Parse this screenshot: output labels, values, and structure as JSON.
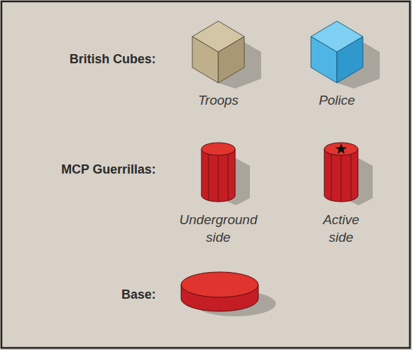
{
  "diagram": {
    "labels": [
      "British Cubes:",
      "Troops",
      "Police",
      "MCP Guerrillas:",
      "Underground side",
      "Active side",
      "Base:"
    ]
  }
}
